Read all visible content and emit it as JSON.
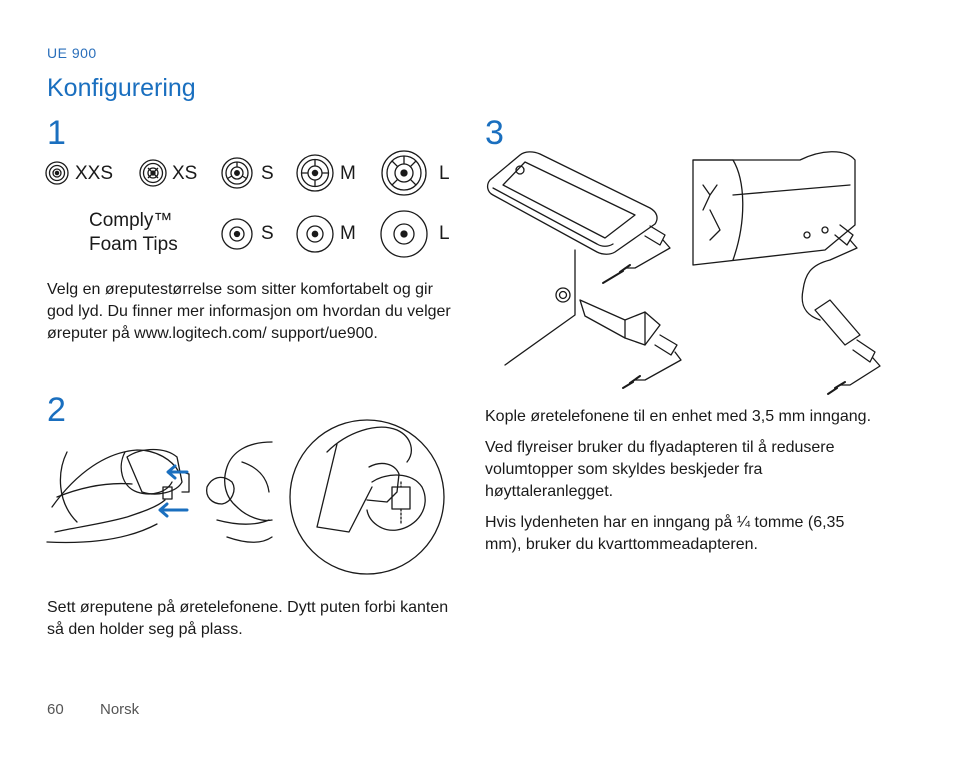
{
  "header": {
    "product": "UE 900",
    "title": "Konfigurering"
  },
  "step1": {
    "number": "1",
    "sizes_row1": [
      "XXS",
      "XS",
      "S",
      "M",
      "L"
    ],
    "comply_label_line1": "Comply™",
    "comply_label_line2": "Foam Tips",
    "sizes_row2": [
      "S",
      "M",
      "L"
    ],
    "text": "Velg en øreputestørrelse som sitter komfortabelt og gir god lyd. Du finner mer informasjon om hvordan du velger øreputer på www.logitech.com/ support/ue900."
  },
  "step2": {
    "number": "2",
    "text": "Sett øreputene på øretelefonene. Dytt puten forbi kanten så den holder seg på plass."
  },
  "step3": {
    "number": "3",
    "paragraphs": [
      "Kople øretelefonene til en enhet med 3,5 mm inngang.",
      "Ved flyreiser bruker du flyadapteren til å redusere volumtopper som skyldes beskjeder fra høyttaleranlegget.",
      "Hvis lydenheten har en inngang på ¼ tomme (6,35 mm), bruker du kvarttommeadapteren."
    ]
  },
  "footer": {
    "page_number": "60",
    "language": "Norsk"
  },
  "colors": {
    "accent": "#1a6fbf",
    "text": "#1a1a1a",
    "line_art": "#1a1a1a"
  }
}
